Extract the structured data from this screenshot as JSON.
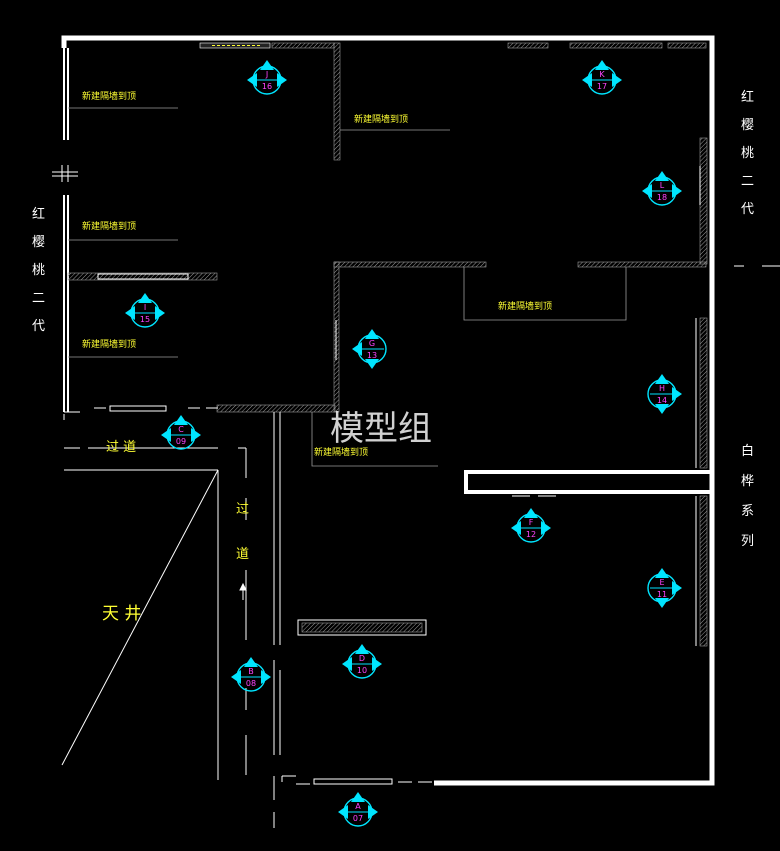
{
  "neighbors": {
    "left": "红樱桃二代",
    "top_right": "红樱桃二代",
    "bottom_right": "白桦系列"
  },
  "corridor_label": "过 道",
  "corridor_vertical": [
    "过",
    "道"
  ],
  "courtyard_label": "天 井",
  "watermark": "模型组",
  "wall_notes": [
    "新建隔墙到顶",
    "新建隔墙到顶",
    "新建隔墙到顶",
    "新建隔墙到顶",
    "新建隔墙到顶",
    "新建隔墙到顶"
  ],
  "view_markers": [
    {
      "letter": "J",
      "number": "16"
    },
    {
      "letter": "K",
      "number": "17"
    },
    {
      "letter": "L",
      "number": "18"
    },
    {
      "letter": "I",
      "number": "15"
    },
    {
      "letter": "G",
      "number": "13"
    },
    {
      "letter": "H",
      "number": "14"
    },
    {
      "letter": "C",
      "number": "09"
    },
    {
      "letter": "F",
      "number": "12"
    },
    {
      "letter": "E",
      "number": "11"
    },
    {
      "letter": "D",
      "number": "10"
    },
    {
      "letter": "B",
      "number": "08"
    },
    {
      "letter": "A",
      "number": "07"
    }
  ],
  "colors": {
    "background": "#000000",
    "wall": "#ffffff",
    "hatch": "#9a9a9a",
    "note": "#ffff33",
    "marker": "#00e5ff",
    "marker_text": "#ff44ff"
  }
}
